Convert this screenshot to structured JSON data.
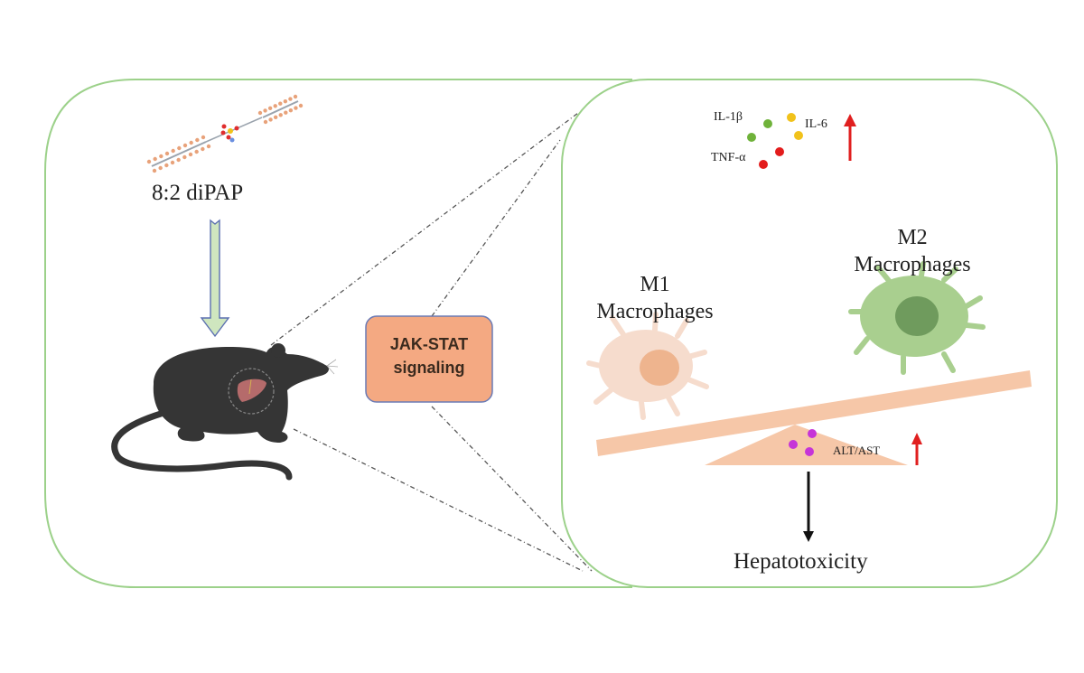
{
  "colors": {
    "panel_border": "#9cd18a",
    "arrow_fill": "#cfe6bf",
    "arrow_stroke": "#5a6fb0",
    "jak_box_fill": "#f4a982",
    "jak_box_stroke": "#6a7ab5",
    "seesaw": "#f6c7a8",
    "m1_cell": "#f6dccd",
    "m1_nucleus": "#eeb48e",
    "m2_cell": "#a9cf8f",
    "m2_nucleus": "#6f9b5d",
    "mouse": "#353535",
    "liver": "#b56b6b",
    "up_arrow": "#e01f1f",
    "il1b_dot": "#6fb23a",
    "il6_dot": "#f1c21b",
    "tnf_dot": "#e31c1c",
    "altast_dot": "#c634d8",
    "down_arrow": "#111111"
  },
  "left_panel": {
    "compound_label": "8:2 diPAP",
    "molecule_icon": "diPAP-molecule-icon",
    "arrow_icon": "down-arrow-icon",
    "mouse_icon": "mouse-icon",
    "liver_icon": "liver-icon"
  },
  "middle": {
    "pathway_line1": "JAK-STAT",
    "pathway_line2": "signaling"
  },
  "right_panel": {
    "cytokines": {
      "il1b": "IL-1β",
      "il6": "IL-6",
      "tnf": "TNF-α",
      "trend": "increase"
    },
    "m1": {
      "line1": "M1",
      "line2": "Macrophages"
    },
    "m2": {
      "line1": "M2",
      "line2": "Macrophages"
    },
    "enzymes": {
      "label": "ALT/AST",
      "trend": "increase"
    },
    "outcome": "Hepatotoxicity"
  }
}
